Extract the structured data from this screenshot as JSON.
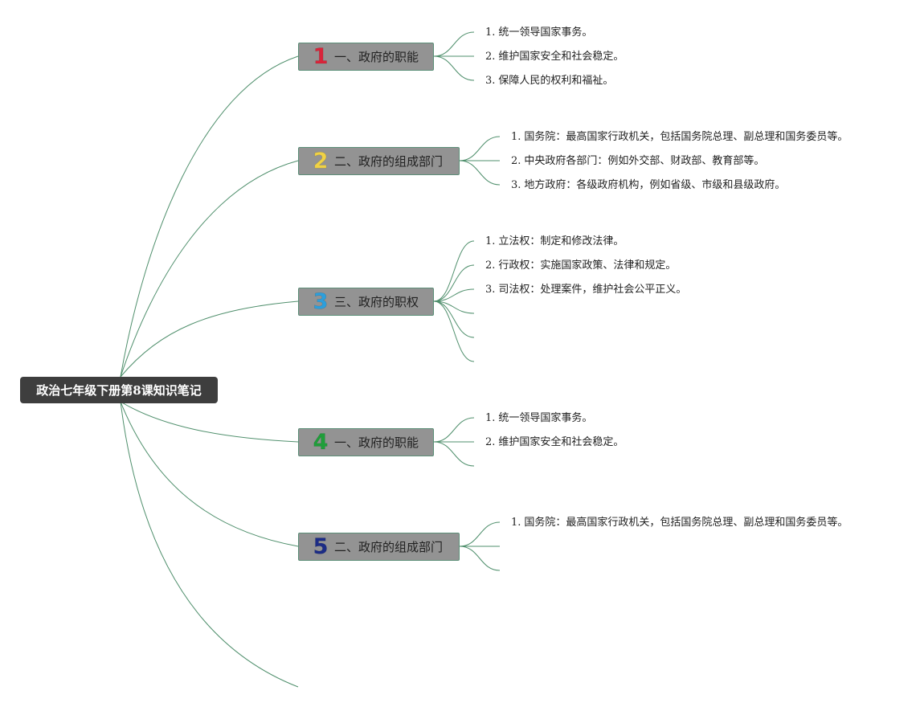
{
  "mindmap": {
    "root": "政治七年级下册第8课知识笔记",
    "branches": [
      {
        "number": "1",
        "color": "#d9243a",
        "label": "一、政府的职能",
        "items": [
          "统一领导国家事务。",
          "维护国家安全和社会稳定。",
          "保障人民的权利和福祉。"
        ]
      },
      {
        "number": "2",
        "color": "#f0d245",
        "label": "二、政府的组成部门",
        "items": [
          "国务院：最高国家行政机关，包括国务院总理、副总理和国务委员等。",
          "中央政府各部门：例如外交部、财政部、教育部等。",
          "地方政府：各级政府机构，例如省级、市级和县级政府。"
        ]
      },
      {
        "number": "3",
        "color": "#2d9fdc",
        "label": "三、政府的职权",
        "items": [
          "立法权：制定和修改法律。",
          "行政权：实施国家政策、法律和规定。",
          "司法权：处理案件，维护社会公平正义。"
        ]
      },
      {
        "number": "4",
        "color": "#1f9e3a",
        "label": "一、政府的职能",
        "items": [
          "统一领导国家事务。",
          "维护国家安全和社会稳定。"
        ]
      },
      {
        "number": "5",
        "color": "#1c2c86",
        "label": "二、政府的组成部门",
        "items": [
          "国务院：最高国家行政机关，包括国务院总理、副总理和国务委员等。"
        ]
      }
    ]
  }
}
